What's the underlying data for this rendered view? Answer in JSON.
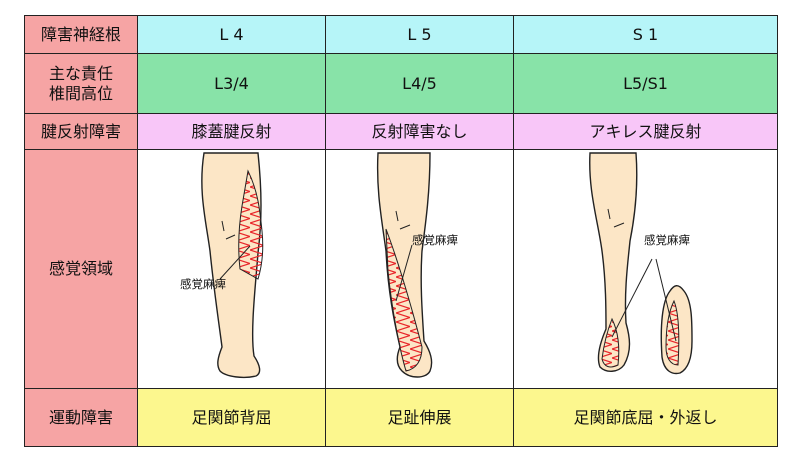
{
  "row_headers": {
    "nerve_root": "障害神経根",
    "level_line1": "主な責任",
    "level_line2": "椎間高位",
    "reflex": "腱反射障害",
    "sensory": "感覚領域",
    "motor": "運動障害"
  },
  "columns": [
    {
      "root": "L 4",
      "level": "L3/4",
      "reflex": "膝蓋腱反射",
      "numbness_label": "感覚麻痺",
      "motor": "足関節背屈"
    },
    {
      "root": "L 5",
      "level": "L4/5",
      "reflex": "反射障害なし",
      "numbness_label": "感覚麻痺",
      "motor": "足趾伸展"
    },
    {
      "root": "S 1",
      "level": "L5/S1",
      "reflex": "アキレス腱反射",
      "numbness_label": "感覚麻痺",
      "motor": "足関節底屈・外返し"
    }
  ],
  "colors": {
    "header": "#f6a4a4",
    "root_row": "#b6f5f8",
    "level_row": "#88e3a8",
    "reflex_row": "#f8c6f8",
    "motor_row": "#fcf78e",
    "skin": "#fce6c6",
    "hatch": "#e8262a"
  }
}
